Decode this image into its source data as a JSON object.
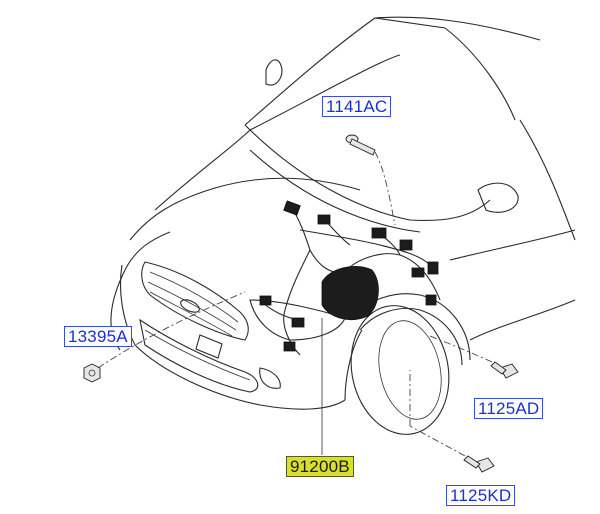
{
  "labels": {
    "bolt_top": "1141AC",
    "nut_left": "13395A",
    "bolt_right_upper": "1125AD",
    "harness_main": "91200B",
    "bolt_right_lower": "1125KD"
  },
  "colors": {
    "label_text": "#1a2fd6",
    "label_border": "#3a4ce0",
    "highlight": "#d8e02a",
    "line_art": "#2a2a2a"
  }
}
